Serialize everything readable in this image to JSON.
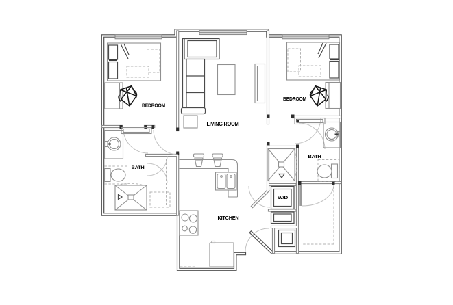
{
  "floor_plan": {
    "rooms": [
      {
        "name": "bedroom-left",
        "label": "BEDROOM"
      },
      {
        "name": "bedroom-right",
        "label": "BEDROOM"
      },
      {
        "name": "living-room",
        "label": "LIVING ROOM"
      },
      {
        "name": "bath-left",
        "label": "BATH"
      },
      {
        "name": "bath-right",
        "label": "BATH"
      },
      {
        "name": "kitchen",
        "label": "KITCHEN"
      },
      {
        "name": "washer-dryer",
        "label": "W/D"
      }
    ],
    "fixtures": [
      "bed",
      "desk",
      "desk-chair",
      "sofa-sectional",
      "coffee-table",
      "tv-console",
      "side-table",
      "bar-stool",
      "double-sink",
      "range-stove",
      "refrigerator",
      "washer-dryer-unit",
      "shower",
      "toilet",
      "vanity-sink",
      "linen-closet",
      "utility-closet",
      "entry-door",
      "window"
    ],
    "colors": {
      "wall": "#4f4f4f",
      "interior_wall": "#8c8c8c",
      "furniture": "#909090",
      "furniture_dark": "#4a4a4a",
      "dashed": "#b3b3b3",
      "door_arc": "#c0c0c0",
      "window_fill": "#d9d9d9",
      "label": "#000000",
      "background": "#ffffff"
    }
  }
}
